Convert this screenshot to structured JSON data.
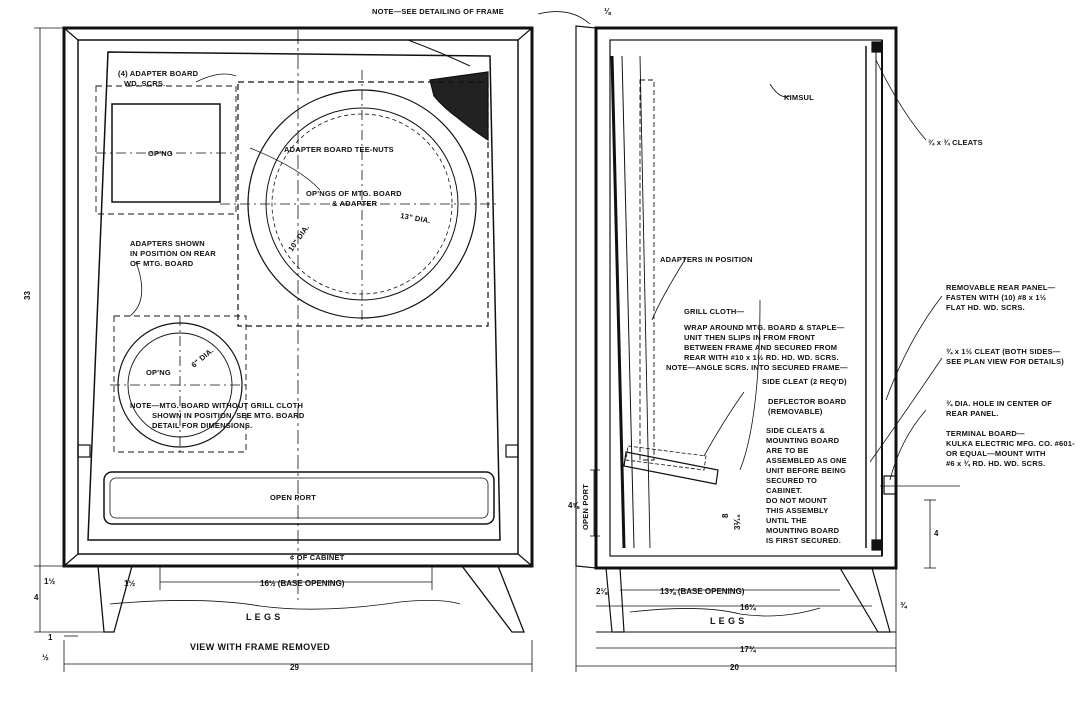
{
  "front_view": {
    "caption": "VIEW WITH FRAME REMOVED",
    "labels": {
      "adapter_board": "(4) ADAPTER BOARD",
      "adapter_board_2": "WD. SCRS.",
      "opng_rect": "OP'NG",
      "tee_nuts": "ADAPTER BOARD TEE-NUTS",
      "opngs_mtg": "OP'NGS OF MTG. BOARD",
      "opngs_mtg_2": "& ADAPTER",
      "dia_13": "13\" DIA.",
      "dia_10": "10\" DIA.",
      "adapters_shown_1": "ADAPTERS SHOWN",
      "adapters_shown_2": "IN POSITION ON REAR",
      "adapters_shown_3": "OF MTG. BOARD",
      "opng_small": "OP'NG",
      "dia_small": "6\" DIA.",
      "note_1": "NOTE—MTG. BOARD WITHOUT GRILL CLOTH",
      "note_2": "SHOWN IN POSITION. SEE MTG. BOARD",
      "note_3": "DETAIL FOR DIMENSIONS.",
      "open_port": "OPEN PORT",
      "cabinet_center": "¢ OF CABINET",
      "legs": "L E G S"
    },
    "dims": {
      "height": "33",
      "width": "29",
      "base_opening": "16½ (BASE OPENING)",
      "leg_side": "1½",
      "leg_height": "4",
      "inset_1": "1½",
      "left_1": "1",
      "left_2": "½"
    }
  },
  "side_view": {
    "labels": {
      "frame_note": "NOTE—SEE DETAILING OF FRAME",
      "kimsul": "KIMSUL",
      "cleats": "¾ x ¾ CLEATS",
      "adapters_pos": "ADAPTERS IN POSITION",
      "grill_cloth": "GRILL CLOTH—",
      "wrap_1": "WRAP AROUND MTG. BOARD & STAPLE—",
      "wrap_2": "UNIT THEN SLIPS IN FROM FRONT",
      "wrap_3": "BETWEEN FRAME AND SECURED FROM",
      "wrap_4": "REAR WITH #10 x 1½ RD. HD. WD. SCRS.",
      "angle_note": "NOTE—ANGLE SCRS. INTO SECURED FRAME—",
      "side_cleat": "SIDE CLEAT (2 REQ'D)",
      "deflector_1": "DEFLECTOR BOARD",
      "deflector_2": "(REMOVABLE)",
      "assembly_1": "SIDE CLEATS &",
      "assembly_2": "MOUNTING BOARD",
      "assembly_3": "ARE TO BE",
      "assembly_4": "ASSEMBLED AS ONE",
      "assembly_5": "UNIT BEFORE BEING",
      "assembly_6": "SECURED TO",
      "assembly_7": "CABINET.",
      "assembly_8": "DO NOT MOUNT",
      "assembly_9": "THIS ASSEMBLY",
      "assembly_10": "UNTIL THE",
      "assembly_11": "MOUNTING BOARD",
      "assembly_12": "IS FIRST SECURED.",
      "rear_panel_1": "REMOVABLE REAR PANEL—",
      "rear_panel_2": "FASTEN WITH (10) #8 x 1½",
      "rear_panel_3": "FLAT HD. WD. SCRS.",
      "cleat_both_1": "¾ x 1½ CLEAT (BOTH SIDES—",
      "cleat_both_2": "SEE PLAN VIEW FOR DETAILS)",
      "hole_1": "¾ DIA. HOLE IN CENTER OF",
      "hole_2": "REAR PANEL.",
      "terminal_1": "TERMINAL BOARD—",
      "terminal_2": "KULKA ELECTRIC MFG. CO. #601-",
      "terminal_3": "OR EQUAL—MOUNT WITH",
      "terminal_4": "#6 x ¾ RD. HD. WD. SCRS.",
      "open_port": "OPEN PORT",
      "legs": "L E G S"
    },
    "dims": {
      "top_offset": "⅛",
      "base_opening": "13⅝ (BASE OPENING)",
      "width_16": "16¾",
      "width_17": "17¾",
      "width_20": "20",
      "leg_left": "2⅛",
      "leg_right": "¾",
      "port_h": "4⅝",
      "port_deflect": "8",
      "port_deflect_2": "3⅟₁₆",
      "right_4": "4"
    }
  }
}
